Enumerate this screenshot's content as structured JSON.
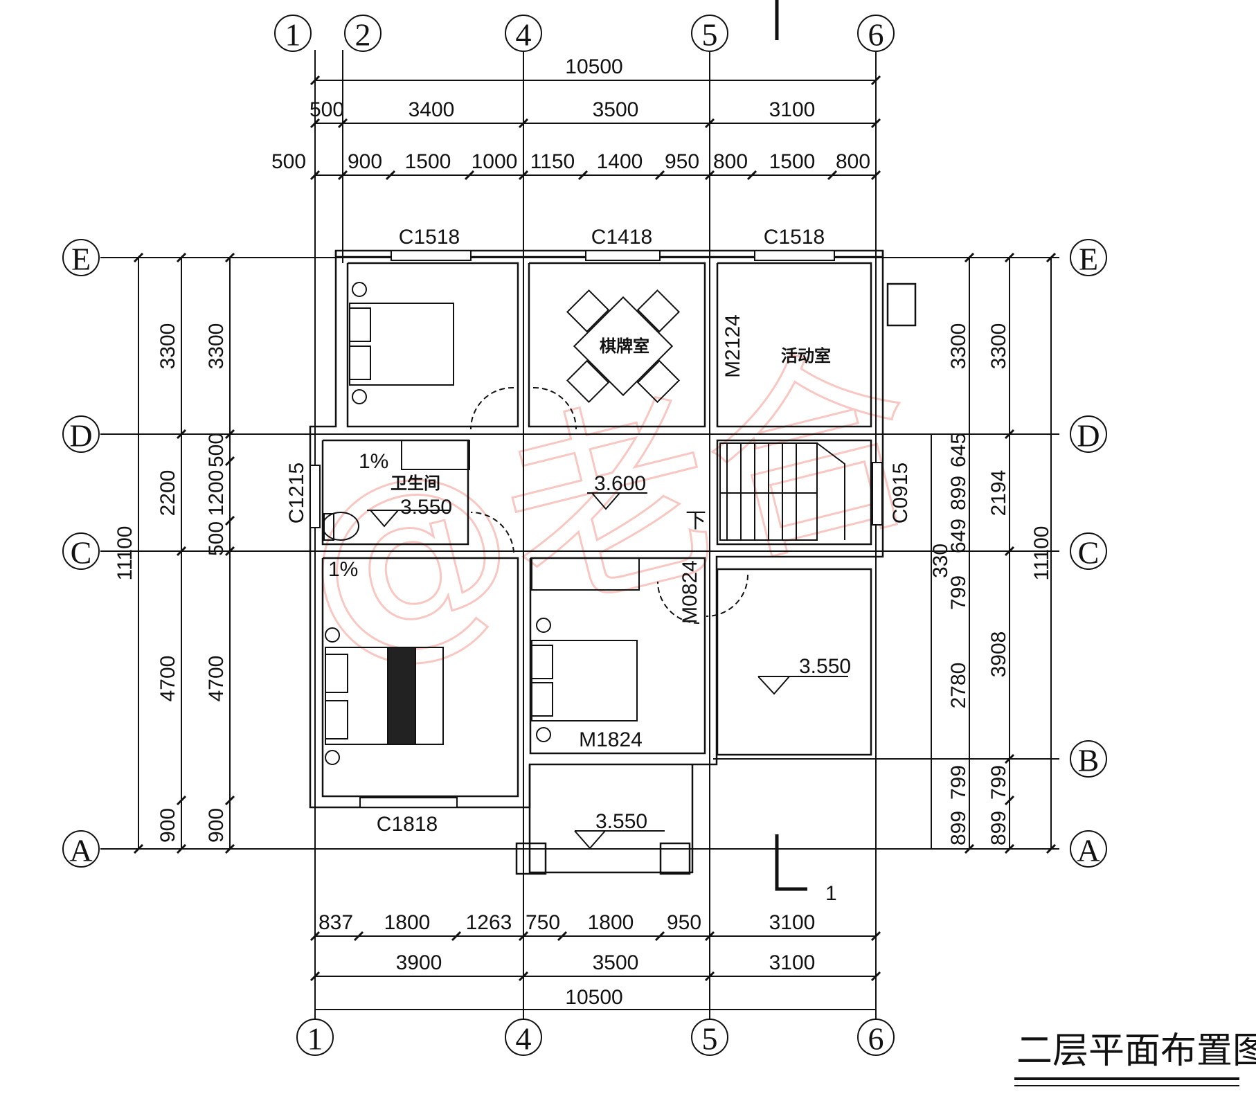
{
  "drawing_title": "二层平面布置图",
  "section_mark": "1",
  "watermark": "@老合",
  "axes": {
    "columns_top": [
      "1",
      "2",
      "4",
      "5",
      "6"
    ],
    "columns_bottom": [
      "1",
      "4",
      "5",
      "6"
    ],
    "rows_left": [
      "E",
      "D",
      "C",
      "A"
    ],
    "rows_right": [
      "E",
      "D",
      "C",
      "B",
      "A"
    ]
  },
  "dims_top": {
    "overall": "10500",
    "row2": [
      "500",
      "3400",
      "3500",
      "3100"
    ],
    "row3": [
      "500",
      "900",
      "1500",
      "1000",
      "1150",
      "1400",
      "950",
      "800",
      "1500",
      "800"
    ]
  },
  "dims_bottom": {
    "row1": [
      "837",
      "1800",
      "1263",
      "750",
      "1800",
      "950",
      "3100"
    ],
    "row2": [
      "3900",
      "3500",
      "3100"
    ],
    "overall": "10500"
  },
  "dims_left": {
    "outer": "11100",
    "mid": [
      "3300",
      "2200",
      "4700",
      "900"
    ],
    "inner": [
      "3300",
      "500",
      "1200",
      "500",
      "4700",
      "900"
    ]
  },
  "dims_right": {
    "outer": "11100",
    "mid": [
      "3300",
      "2194",
      "3908",
      "799",
      "899"
    ],
    "inner": [
      "3300",
      "645",
      "899",
      "649",
      "330",
      "799",
      "2780",
      "799",
      "899"
    ]
  },
  "windows": [
    "C1518",
    "C1418",
    "C1518",
    "C1215",
    "C0915",
    "C1818"
  ],
  "doors": [
    "M2124",
    "M0824",
    "M1824"
  ],
  "rooms": [
    "棋牌室",
    "活动室",
    "卫生间"
  ],
  "elevations": [
    "3.600",
    "3.550",
    "3.550",
    "3.550"
  ],
  "slopes": [
    "1%",
    "1%"
  ],
  "stair_down": "下",
  "colors": {
    "line": "#111111",
    "watermark": "#f39a92"
  }
}
